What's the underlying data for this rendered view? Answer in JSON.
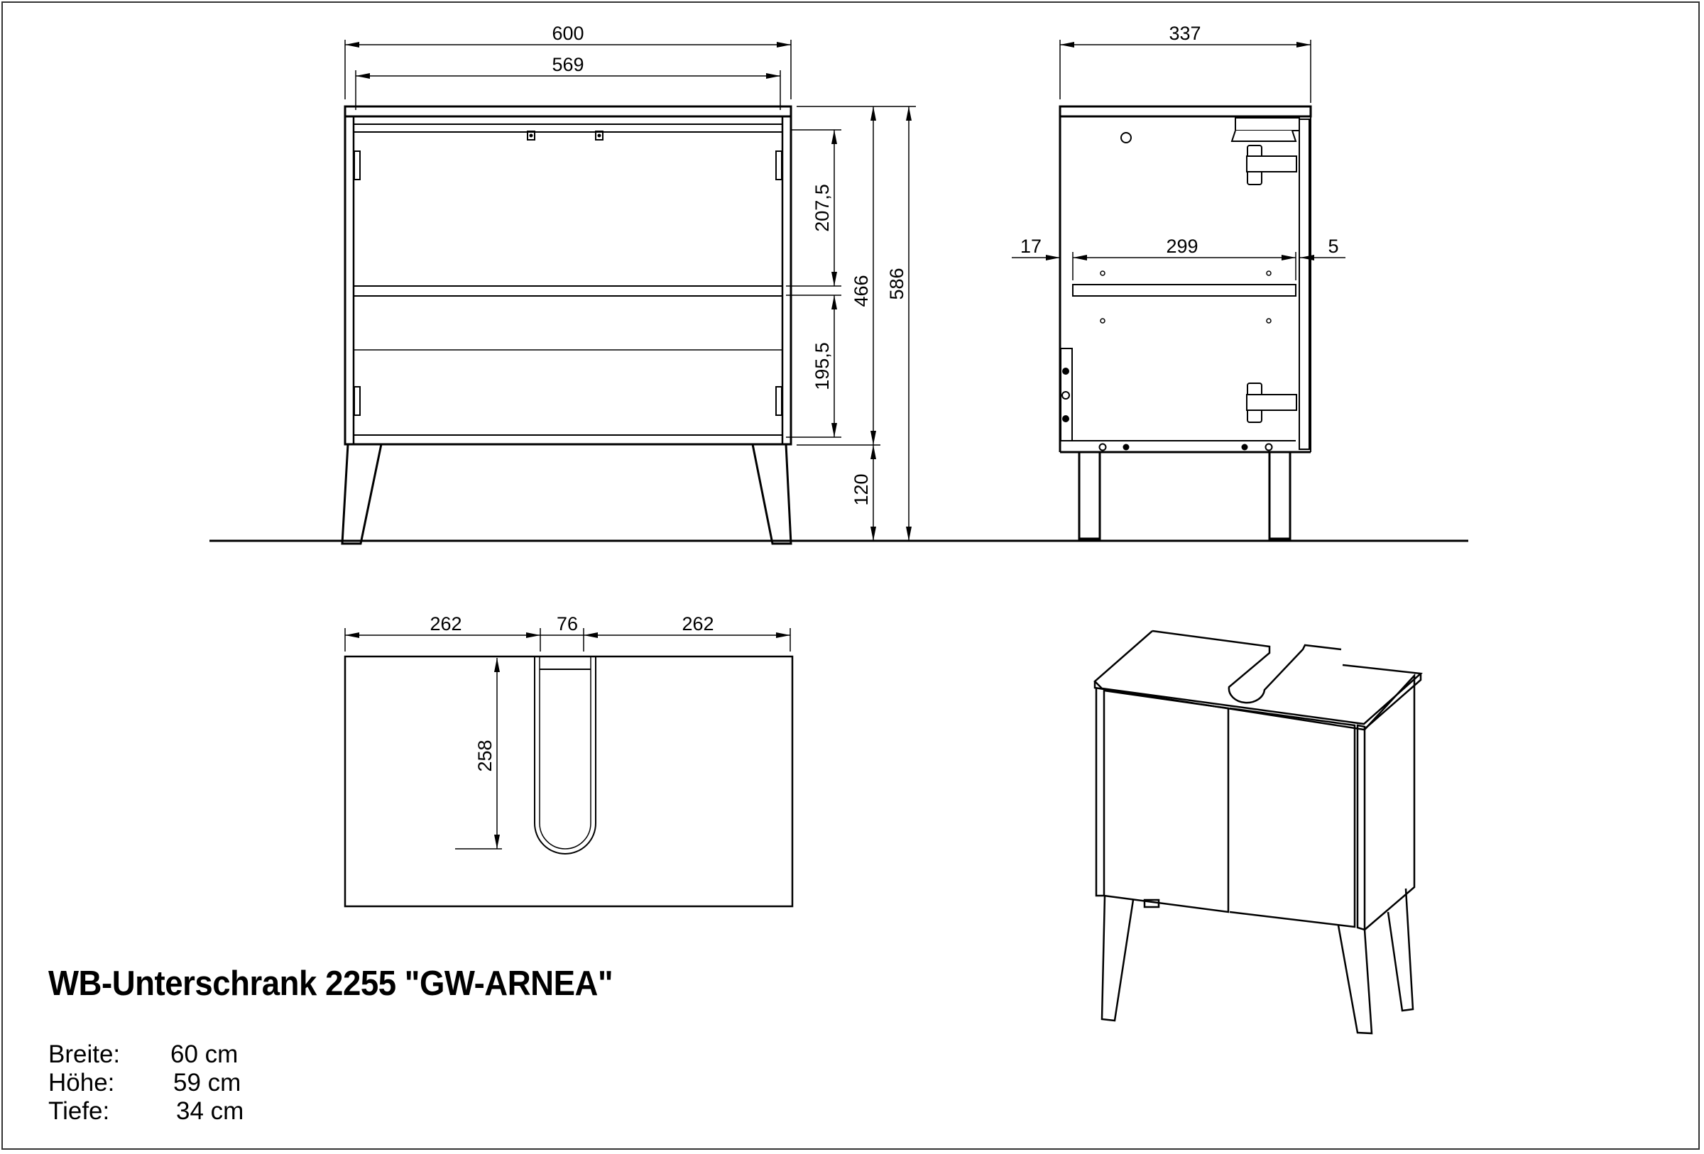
{
  "product": {
    "title": "WB-Unterschrank 2255 \"GW-ARNEA\"",
    "specs": [
      {
        "label": "Breite:",
        "value": "60 cm"
      },
      {
        "label": "Höhe:",
        "value": "59 cm"
      },
      {
        "label": "Tiefe:",
        "value": "34 cm"
      }
    ]
  },
  "front_view": {
    "dims": {
      "overall_width": "600",
      "inner_width": "569",
      "upper_compartment": "207,5",
      "lower_compartment": "195,5",
      "body_height": "466",
      "total_height": "586",
      "leg_height": "120"
    }
  },
  "side_view": {
    "dims": {
      "depth": "337",
      "left_offset": "17",
      "shelf_depth": "299",
      "right_offset": "5"
    }
  },
  "top_view": {
    "dims": {
      "left_width": "262",
      "cutout_width": "76",
      "right_width": "262",
      "cutout_depth": "258"
    }
  },
  "colors": {
    "line": "#000000",
    "frame": "#333333",
    "background": "#ffffff"
  }
}
